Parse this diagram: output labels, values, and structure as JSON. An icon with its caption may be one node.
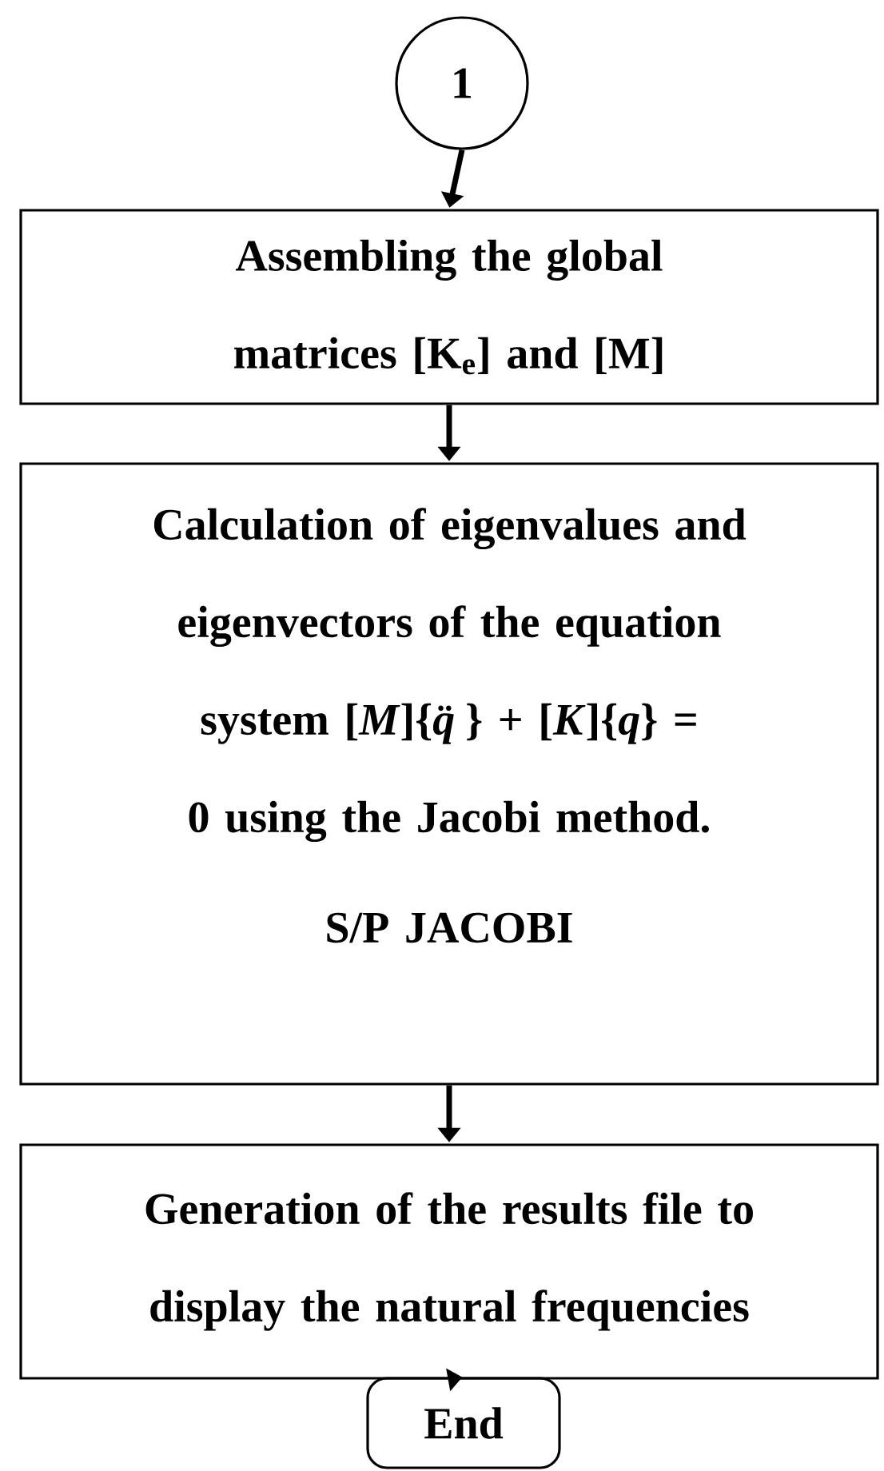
{
  "diagram": {
    "nodes": [
      {
        "text": [
          "1"
        ]
      },
      {
        "text": [
          "Assembling the global matrices [K$_{e}$] and [M]"
        ]
      },
      {
        "text": [
          "Calculation of eigenvalues and eigenvectors of the equation system [*M*]{*q̈*} + [*K*]{*q*} = 0 using the Jacobi method.",
          "S/P JACOBI"
        ]
      },
      {
        "text": [
          "Generation of the results file to display the natural frequencies"
        ]
      },
      {
        "text": [
          "End"
        ]
      }
    ],
    "edges": [
      {
        "from": 0,
        "to": 1,
        "arrow": "to"
      },
      {
        "from": 1,
        "to": 2,
        "arrow": "to"
      },
      {
        "from": 2,
        "to": 3,
        "arrow": "to"
      },
      {
        "from": 3,
        "to": 4,
        "arrow": "to"
      }
    ]
  }
}
